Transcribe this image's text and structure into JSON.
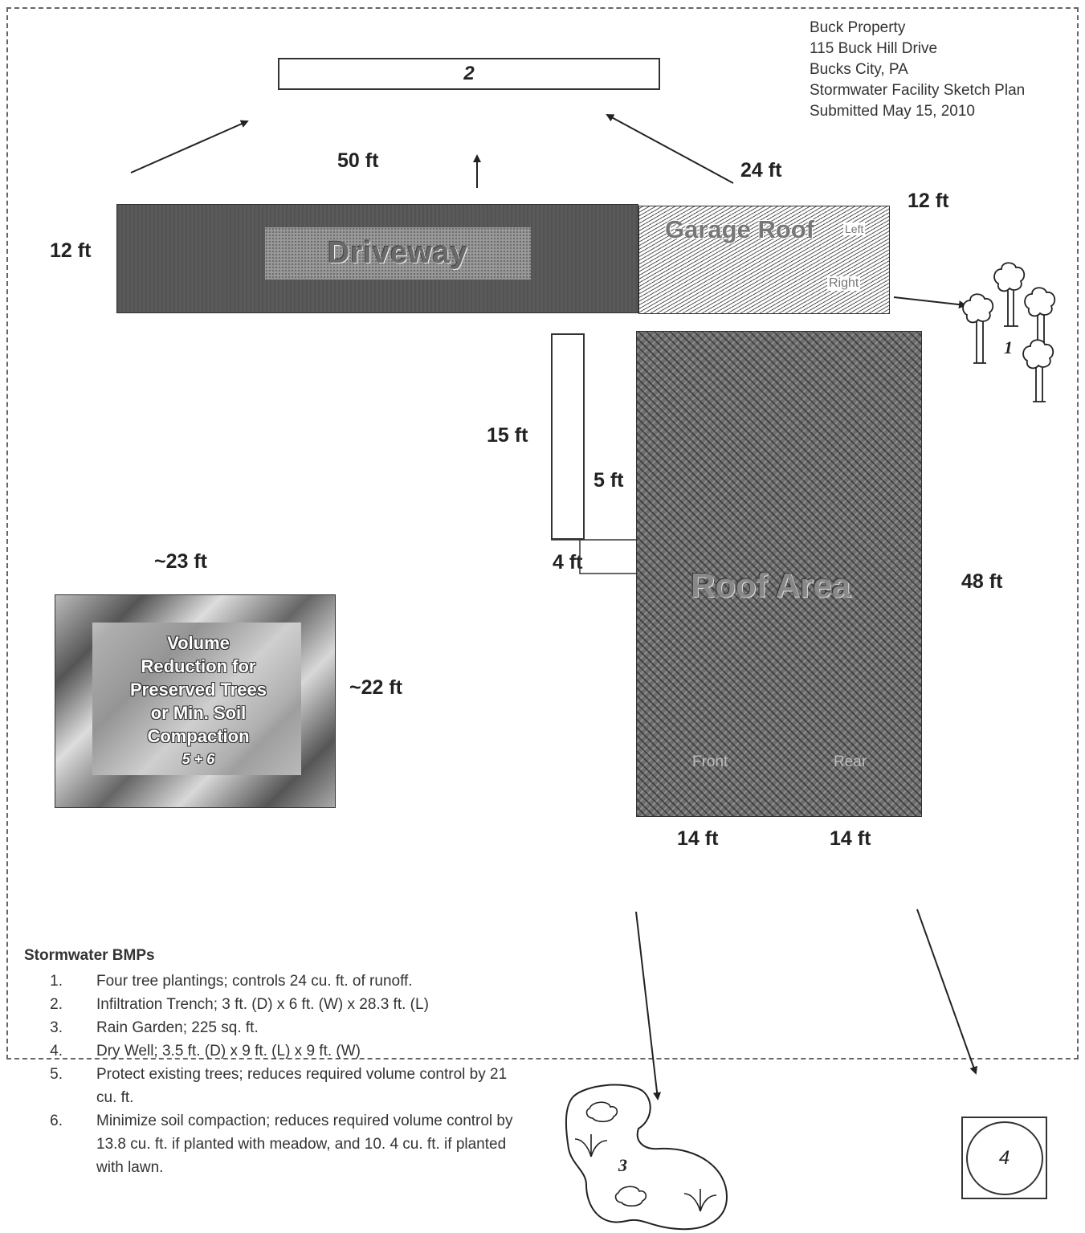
{
  "title_block": {
    "line1": "Buck Property",
    "line2": "115 Buck Hill Drive",
    "line3": "Bucks City, PA",
    "line4": "Stormwater Facility Sketch Plan",
    "line5": "Submitted May 15, 2010"
  },
  "features": {
    "trench_number": "2",
    "driveway": "Driveway",
    "garage_roof": "Garage Roof",
    "garage_left": "Left",
    "garage_right": "Right",
    "roof_area": "Roof Area",
    "roof_front": "Front",
    "roof_rear": "Rear",
    "trees_number": "1",
    "rain_garden_number": "3",
    "dry_well_number": "4",
    "volume_line1": "Volume",
    "volume_line2": "Reduction for",
    "volume_line3": "Preserved Trees",
    "volume_line4": "or Min. Soil",
    "volume_line5": "Compaction",
    "volume_line6": "5 + 6"
  },
  "dimensions": {
    "driveway_length": "50 ft",
    "driveway_width": "12 ft",
    "garage_length": "24 ft",
    "garage_width": "12 ft",
    "gutter_length": "15 ft",
    "gutter_to_roof": "5 ft",
    "gutter_width": "4 ft",
    "roof_length": "48 ft",
    "roof_front_width": "14 ft",
    "roof_rear_width": "14 ft",
    "volume_width": "~23 ft",
    "volume_height": "~22 ft"
  },
  "bmps": {
    "title": "Stormwater BMPs",
    "items": [
      {
        "num": "1.",
        "text": "Four tree plantings; controls 24 cu. ft. of runoff."
      },
      {
        "num": "2.",
        "text": "Infiltration Trench; 3 ft. (D) x 6 ft. (W) x 28.3 ft. (L)"
      },
      {
        "num": "3.",
        "text": "Rain Garden; 225 sq. ft."
      },
      {
        "num": "4.",
        "text": "Dry Well; 3.5 ft. (D) x 9 ft. (L) x 9 ft. (W)"
      },
      {
        "num": "5.",
        "text": "Protect existing trees; reduces required volume control by 21 cu. ft."
      },
      {
        "num": "6.",
        "text": "Minimize soil compaction; reduces required volume control by 13.8 cu. ft. if planted with meadow, and 10. 4 cu. ft. if planted with lawn."
      }
    ]
  }
}
